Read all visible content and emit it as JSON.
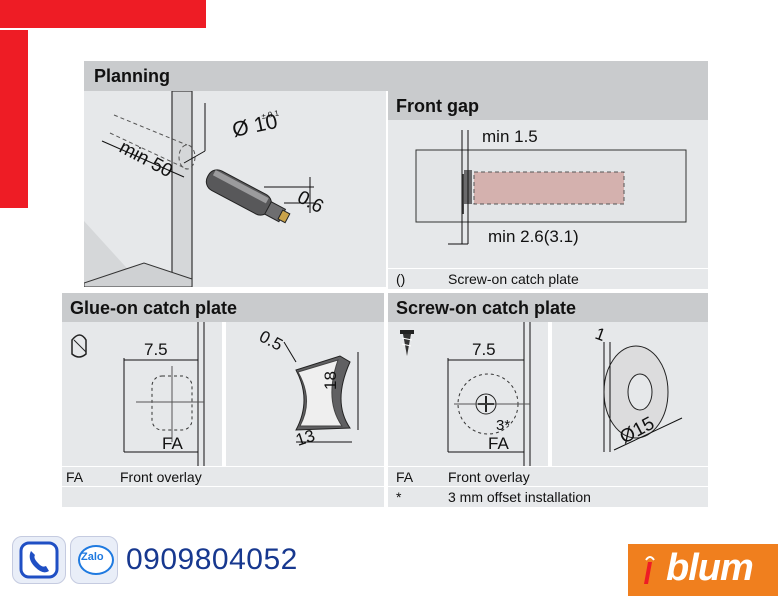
{
  "sections": {
    "planning": {
      "title": "Planning",
      "dims": {
        "diameter": "Ø 10",
        "tolerance": "± 0.1",
        "depth": "min 50",
        "offset": "0.6"
      }
    },
    "front_gap": {
      "title": "Front gap",
      "dims": {
        "min_top": "min 1.5",
        "min_bottom": "min 2.6(3.1)"
      },
      "legend": {
        "key": "()",
        "text": "Screw-on catch plate"
      }
    },
    "glue_on": {
      "title": "Glue-on catch plate",
      "dims": {
        "width": "7.5",
        "fa": "FA",
        "thickness": "0.5",
        "height": "18",
        "length": "13"
      },
      "legend": [
        {
          "key": "FA",
          "text": "Front overlay"
        }
      ]
    },
    "screw_on": {
      "title": "Screw-on catch plate",
      "dims": {
        "width": "7.5",
        "fa": "FA",
        "offset": "3*",
        "thickness": "1",
        "diameter": "Ø15"
      },
      "legend": [
        {
          "key": "FA",
          "text": "Front overlay"
        },
        {
          "key": "*",
          "text": "3 mm offset installation"
        }
      ]
    }
  },
  "contact": {
    "phone": "0909804052",
    "zalo_label": "Zalo"
  },
  "brand": {
    "name": "blum",
    "color": "#f07f1e",
    "accent": "#ee1c25"
  },
  "icons": [
    "phone-icon",
    "zalo-icon",
    "screw-icon",
    "catch-plate-icon"
  ]
}
